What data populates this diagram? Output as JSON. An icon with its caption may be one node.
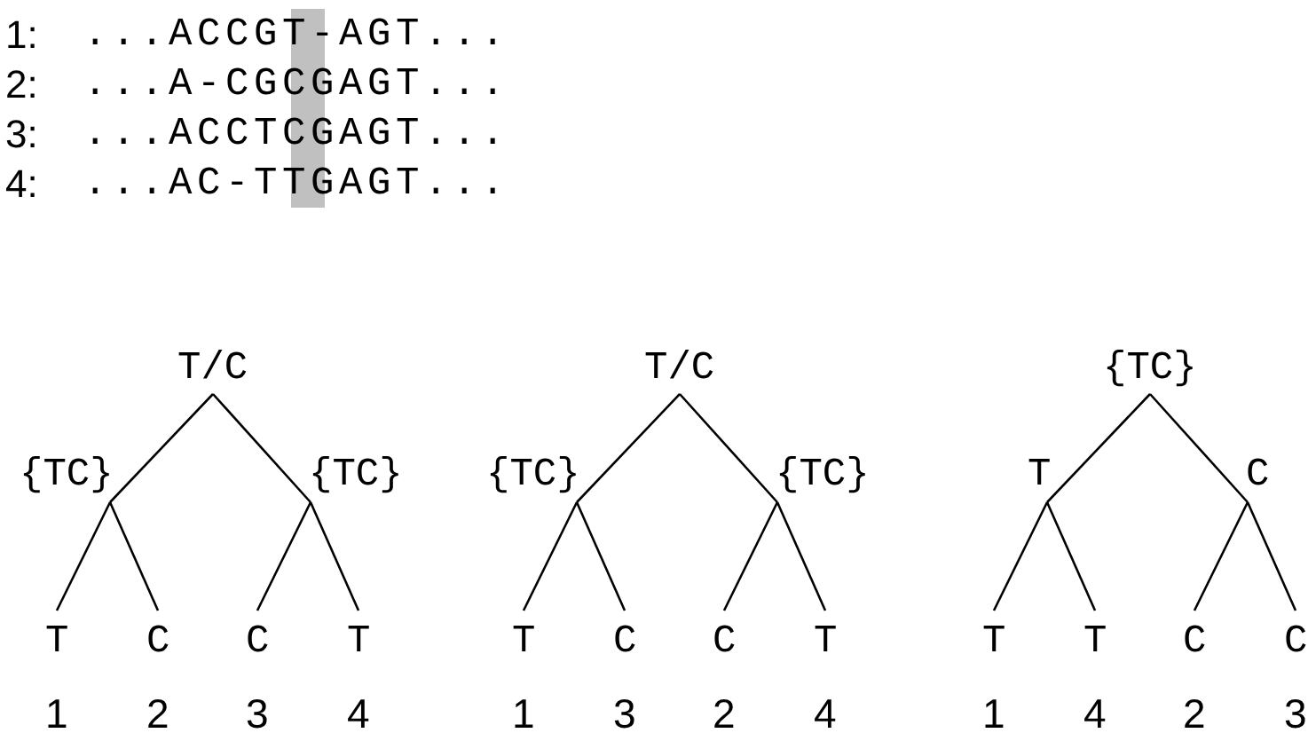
{
  "diagram": {
    "nodes": [
      {
        "text": [
          "T/C"
        ]
      },
      {
        "text": [
          "{TC}"
        ]
      },
      {
        "text": [
          "{TC}"
        ]
      },
      {
        "text": [
          "T"
        ],
        "beside": [
          "1"
        ]
      },
      {
        "text": [
          "C"
        ],
        "beside": [
          "2"
        ]
      },
      {
        "text": [
          "C"
        ],
        "beside": [
          "3"
        ]
      },
      {
        "text": [
          "T"
        ],
        "beside": [
          "4"
        ]
      },
      {
        "text": [
          "T/C"
        ]
      },
      {
        "text": [
          "{TC}"
        ]
      },
      {
        "text": [
          "{TC}"
        ]
      },
      {
        "text": [
          "T"
        ],
        "beside": [
          "1"
        ]
      },
      {
        "text": [
          "C"
        ],
        "beside": [
          "3"
        ]
      },
      {
        "text": [
          "C"
        ],
        "beside": [
          "2"
        ]
      },
      {
        "text": [
          "T"
        ],
        "beside": [
          "4"
        ]
      },
      {
        "text": [
          "{TC}"
        ]
      },
      {
        "text": [
          "T"
        ]
      },
      {
        "text": [
          "C"
        ]
      },
      {
        "text": [
          "T"
        ],
        "beside": [
          "1"
        ]
      },
      {
        "text": [
          "T"
        ],
        "beside": [
          "4"
        ]
      },
      {
        "text": [
          "C"
        ],
        "beside": [
          "2"
        ]
      },
      {
        "text": [
          "C"
        ],
        "beside": [
          "3"
        ]
      }
    ],
    "edges": [
      {
        "from": 0,
        "to": 1,
        "arrow": "none"
      },
      {
        "from": 0,
        "to": 2,
        "arrow": "none"
      },
      {
        "from": 1,
        "to": 3,
        "arrow": "none"
      },
      {
        "from": 1,
        "to": 4,
        "arrow": "none"
      },
      {
        "from": 2,
        "to": 5,
        "arrow": "none"
      },
      {
        "from": 2,
        "to": 6,
        "arrow": "none"
      },
      {
        "from": 7,
        "to": 8,
        "arrow": "none"
      },
      {
        "from": 7,
        "to": 9,
        "arrow": "none"
      },
      {
        "from": 8,
        "to": 10,
        "arrow": "none"
      },
      {
        "from": 8,
        "to": 11,
        "arrow": "none"
      },
      {
        "from": 9,
        "to": 12,
        "arrow": "none"
      },
      {
        "from": 9,
        "to": 13,
        "arrow": "none"
      },
      {
        "from": 14,
        "to": 15,
        "arrow": "none"
      },
      {
        "from": 14,
        "to": 16,
        "arrow": "none"
      },
      {
        "from": 15,
        "to": 17,
        "arrow": "none"
      },
      {
        "from": 15,
        "to": 18,
        "arrow": "none"
      },
      {
        "from": 16,
        "to": 19,
        "arrow": "none"
      },
      {
        "from": 16,
        "to": 20,
        "arrow": "none"
      }
    ],
    "labels": [
      "1:",
      "...ACCGT-AGT...",
      "2:",
      "...A-CGCGAGT...",
      "3:",
      "...ACCTCGAGT...",
      "4:",
      "...AC-TTGAGT..."
    ]
  }
}
